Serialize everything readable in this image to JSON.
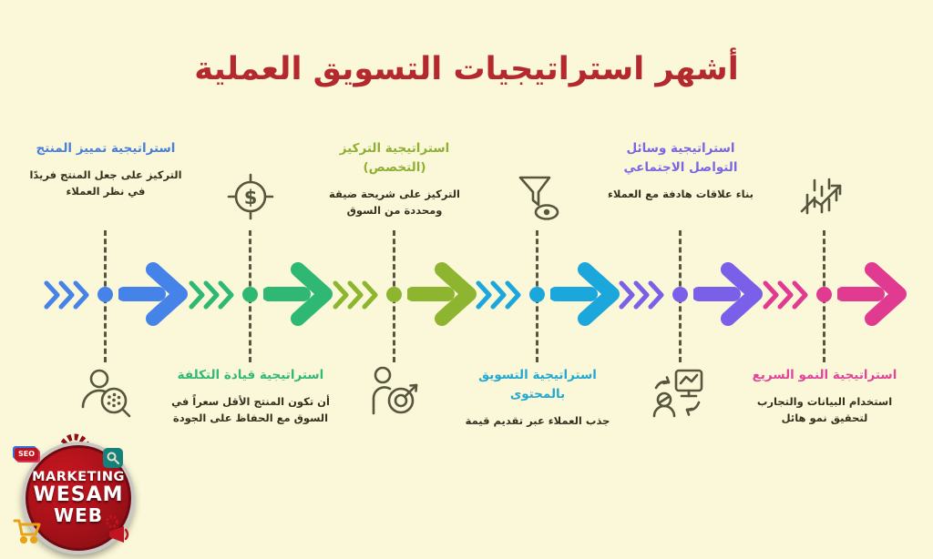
{
  "background_color": "#FBF8D9",
  "title": {
    "text": "أشهر استراتيجيات التسويق العملية",
    "color": "#B4292E"
  },
  "connector_color": "#57553E",
  "icon_stroke_color": "#56553E",
  "icons": {
    "dollar_glyph": "$"
  },
  "strategies": [
    {
      "name": "استراتيجية تمييز المنتج",
      "description": "التركيز على جعل المنتج فريدًا في نظر العملاء",
      "color": "#4A7FD9",
      "arrow_color": "#4583E8",
      "text_position": "top",
      "icon": "person-magnifier-icon"
    },
    {
      "name": "استراتيجية قيادة التكلفة",
      "description": "أن تكون المنتج الأقل سعراً في السوق مع الحفاظ على الجودة",
      "color": "#35B877",
      "arrow_color": "#2EB873",
      "text_position": "bottom",
      "icon": "dollar-target-icon"
    },
    {
      "name": "استراتيجية التركيز (التخصص)",
      "description": "التركيز على شريحة ضيقة ومحددة من السوق",
      "color": "#8FAF35",
      "arrow_color": "#8DB52F",
      "text_position": "top",
      "icon": "person-target-icon"
    },
    {
      "name": "استراتيجية التسويق بالمحتوى",
      "description": "جذب العملاء عبر تقديم قيمة",
      "color": "#24A9D0",
      "arrow_color": "#1BA6DC",
      "text_position": "bottom",
      "icon": "funnel-eye-icon"
    },
    {
      "name": "استراتيجية وسائل التواصل الاجتماعي",
      "description": "بناء علاقات هادفة مع العملاء",
      "color": "#7A66E3",
      "arrow_color": "#7A5FE8",
      "text_position": "top",
      "icon": "person-monitor-icon"
    },
    {
      "name": "استراتيجية النمو السريع",
      "description": "استخدام البيانات والتجارب لتحقيق نمو هائل",
      "color": "#E2469A",
      "arrow_color": "#E03B90",
      "text_position": "bottom",
      "icon": "growth-chart-icon"
    }
  ],
  "logo": {
    "line1": "MARKETING",
    "line2": "WESAM",
    "line3": "WEB",
    "seo_label": "SEO",
    "badge_color": "#A41119"
  }
}
